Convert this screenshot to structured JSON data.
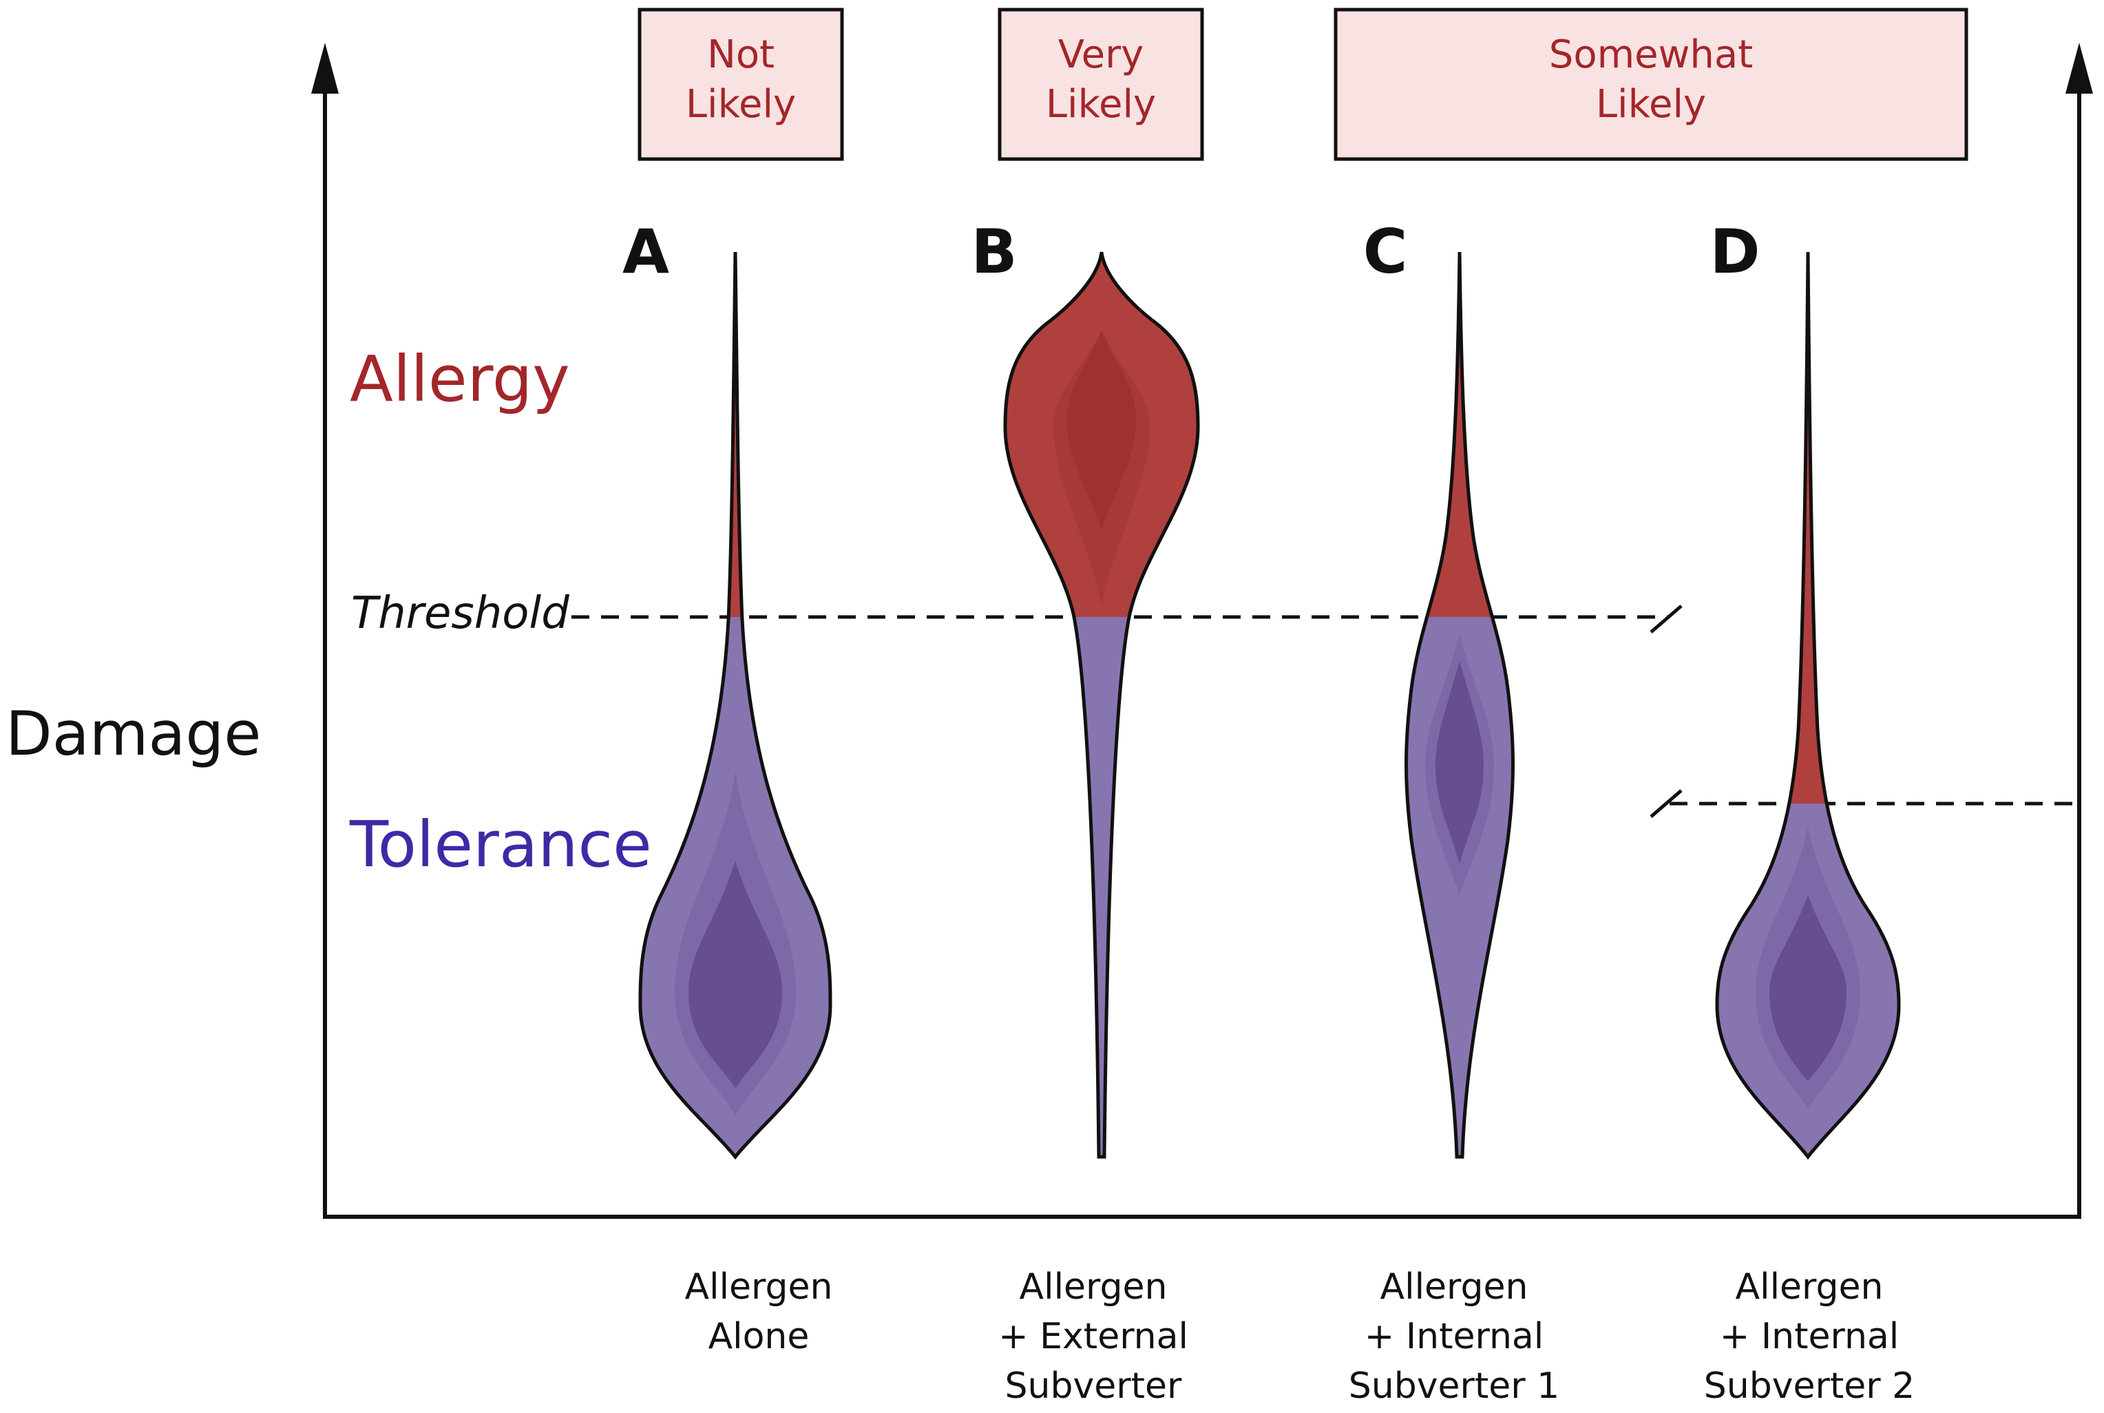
{
  "colors": {
    "allergy": "#b0403e",
    "allergy_inner": "#982c2c",
    "allergy_text": "#a3262a",
    "tolerance": "#8775b0",
    "tolerance_mid": "#745ea2",
    "tolerance_inner": "#553a78",
    "tolerance_text": "#3c2aa6",
    "box_fill": "#f9e2e2",
    "box_text": "#a3262a",
    "ink": "#111111"
  },
  "axis": {
    "ylabel": "Damage"
  },
  "zones": {
    "allergy": "Allergy",
    "tolerance": "Tolerance"
  },
  "threshold": {
    "label": "Threshold"
  },
  "likelihood_boxes": [
    {
      "line1": "Not",
      "line2": "Likely"
    },
    {
      "line1": "Very",
      "line2": "Likely"
    },
    {
      "line1": "Somewhat",
      "line2": "Likely"
    }
  ],
  "panels": [
    {
      "letter": "A",
      "label_lines": [
        "Allergen",
        "Alone"
      ]
    },
    {
      "letter": "B",
      "label_lines": [
        "Allergen",
        "+ External",
        "Subverter"
      ]
    },
    {
      "letter": "C",
      "label_lines": [
        "Allergen",
        "+ Internal",
        "Subverter 1"
      ]
    },
    {
      "letter": "D",
      "label_lines": [
        "Allergen",
        "+ Internal",
        "Subverter 2"
      ]
    }
  ]
}
